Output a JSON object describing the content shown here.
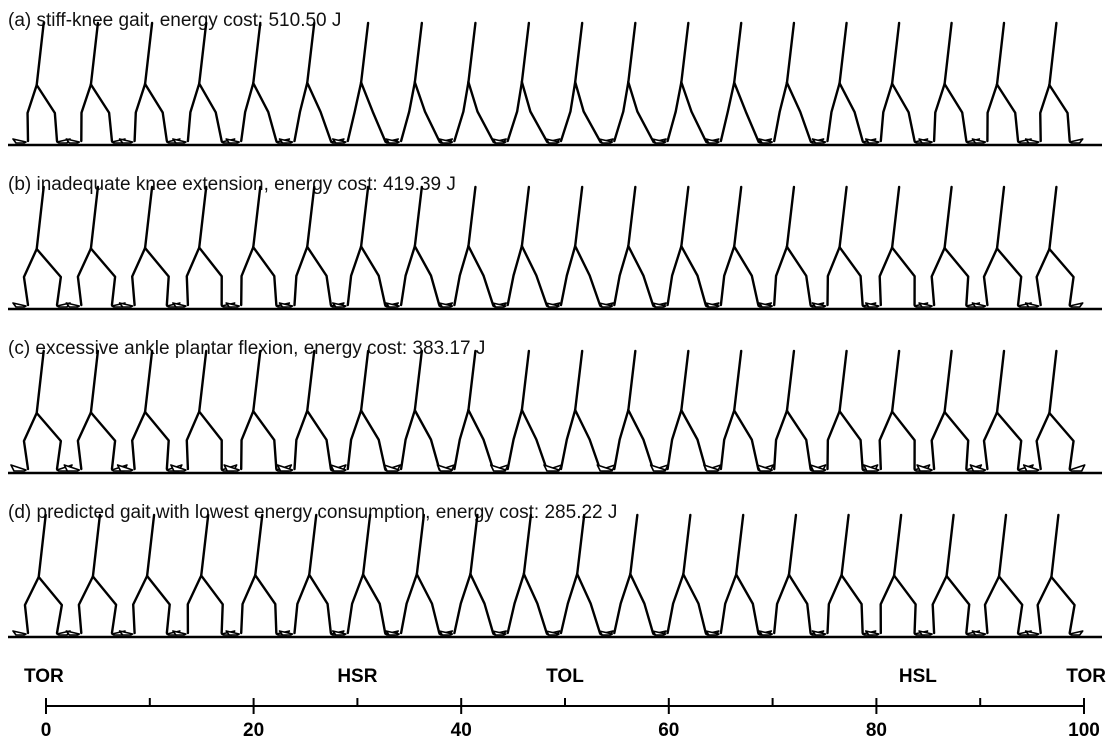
{
  "panels": [
    {
      "id": "a",
      "label": "(a)",
      "title": "stiff-knee gait, energy cost: 510.50 J"
    },
    {
      "id": "b",
      "label": "(b)",
      "title": "inadequate knee extension, energy cost: 419.39 J"
    },
    {
      "id": "c",
      "label": "(c)",
      "title": "excessive ankle plantar flexion, energy cost: 383.17 J"
    },
    {
      "id": "d",
      "label": "(d)",
      "title": "predicted gait with lowest energy consumption, energy cost: 285.22 J"
    }
  ],
  "frames_per_panel": 20,
  "gait_cycle_axis": {
    "range": [
      0,
      100
    ],
    "major_ticks": [
      0,
      20,
      40,
      60,
      80,
      100
    ],
    "minor_ticks": [
      10,
      30,
      50,
      70,
      90
    ],
    "events": [
      {
        "label": "TOR",
        "at": 0
      },
      {
        "label": "HSR",
        "at": 30
      },
      {
        "label": "TOL",
        "at": 50
      },
      {
        "label": "HSL",
        "at": 84
      },
      {
        "label": "TOR",
        "at": 100
      }
    ]
  }
}
